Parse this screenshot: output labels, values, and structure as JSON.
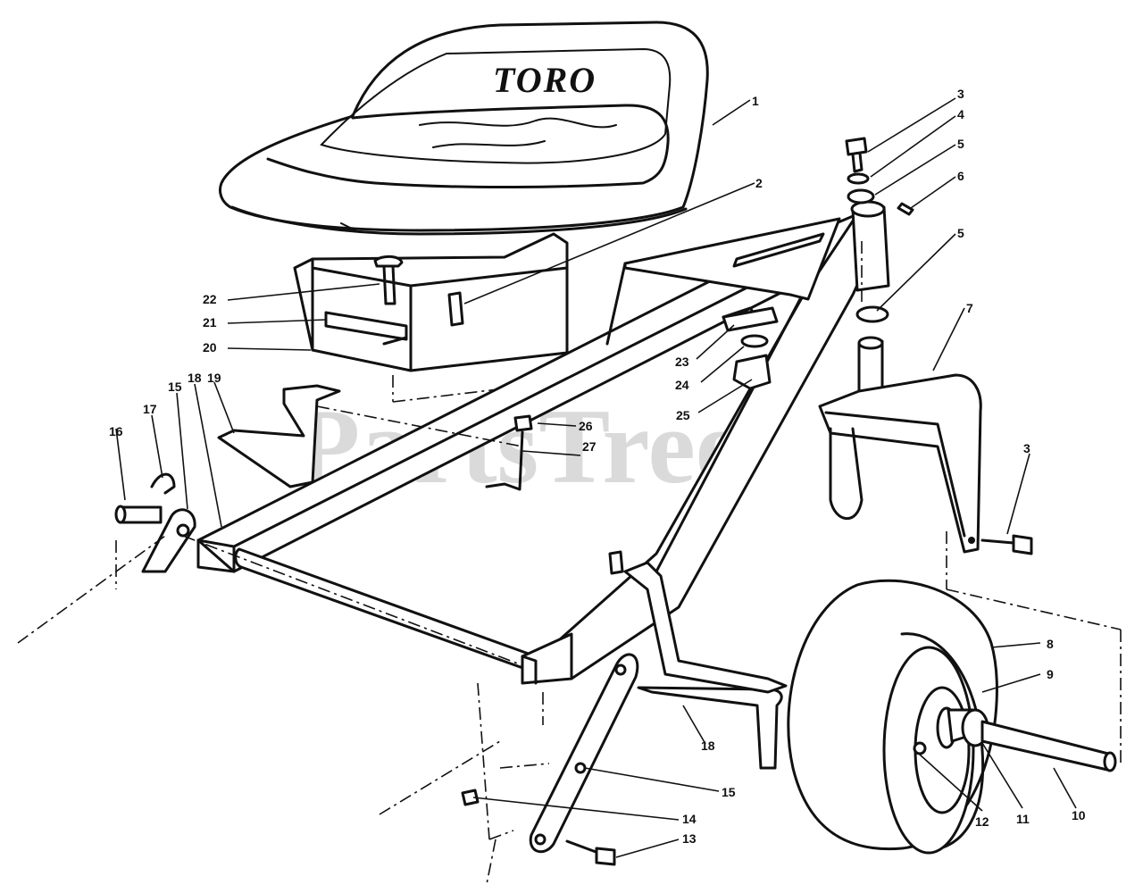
{
  "diagram": {
    "seat_brand": "TORO",
    "watermark": "PartsTree",
    "callouts": [
      {
        "id": "c1",
        "label": "1"
      },
      {
        "id": "c2",
        "label": "2"
      },
      {
        "id": "c3a",
        "label": "3"
      },
      {
        "id": "c4",
        "label": "4"
      },
      {
        "id": "c5a",
        "label": "5"
      },
      {
        "id": "c6",
        "label": "6"
      },
      {
        "id": "c5b",
        "label": "5"
      },
      {
        "id": "c7",
        "label": "7"
      },
      {
        "id": "c22",
        "label": "22"
      },
      {
        "id": "c21",
        "label": "21"
      },
      {
        "id": "c20",
        "label": "20"
      },
      {
        "id": "c23",
        "label": "23"
      },
      {
        "id": "c24",
        "label": "24"
      },
      {
        "id": "c25",
        "label": "25"
      },
      {
        "id": "c19",
        "label": "19"
      },
      {
        "id": "c26",
        "label": "26"
      },
      {
        "id": "c27",
        "label": "27"
      },
      {
        "id": "c18a",
        "label": "18"
      },
      {
        "id": "c15a",
        "label": "15"
      },
      {
        "id": "c17",
        "label": "17"
      },
      {
        "id": "c16a",
        "label": "16"
      },
      {
        "id": "c3b",
        "label": "3"
      },
      {
        "id": "c8",
        "label": "8"
      },
      {
        "id": "c9",
        "label": "9"
      },
      {
        "id": "c18b",
        "label": "18"
      },
      {
        "id": "c15b",
        "label": "15"
      },
      {
        "id": "c14",
        "label": "14"
      },
      {
        "id": "c13",
        "label": "13"
      },
      {
        "id": "c12",
        "label": "12"
      },
      {
        "id": "c11",
        "label": "11"
      },
      {
        "id": "c10",
        "label": "10"
      }
    ]
  }
}
